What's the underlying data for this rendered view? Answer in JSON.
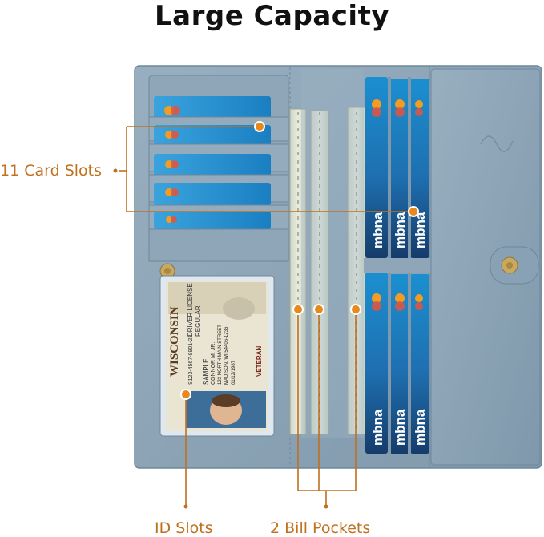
{
  "title": "Large Capacity",
  "callouts": {
    "card_slots": "11 Card Slots",
    "id_slots": "ID Slots",
    "bill_pockets": "2 Bill Pockets"
  },
  "license": {
    "state": "WISCONSIN",
    "type": "DRIVER LICENSE",
    "class": "REGULAR",
    "sample": "SAMPLE",
    "number": "S123-4567-8901-23",
    "name": "CONNOR M. JR.",
    "address": "123 NORTH MAIN STREET",
    "city": "MADISON, WI 54406-1236",
    "dob": "01/12/1987",
    "veteran": "VETERAN"
  },
  "card_brand": "mbna",
  "card_logo": "MasterCard",
  "colors": {
    "accent": "#c0701e",
    "wallet": "#8aa3b6",
    "card_blue": "#1a86c9"
  },
  "icons": [
    "snap-button-icon",
    "mastercard-logo-icon"
  ]
}
